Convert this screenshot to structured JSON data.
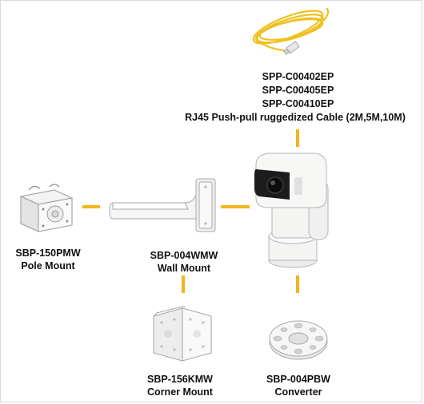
{
  "cable": {
    "models": [
      "SPP-C00402EP",
      "SPP-C00405EP",
      "SPP-C00410EP"
    ],
    "description": "RJ45 Push-pull ruggedized Cable (2M,5M,10M)"
  },
  "pole_mount": {
    "model": "SBP-150PMW",
    "name": "Pole Mount"
  },
  "wall_mount": {
    "model": "SBP-004WMW",
    "name": "Wall Mount"
  },
  "corner_mount": {
    "model": "SBP-156KMW",
    "name": "Corner Mount"
  },
  "converter": {
    "model": "SBP-004PBW",
    "name": "Converter"
  },
  "colors": {
    "connector": "#f2b51c",
    "cable": "#f0c020",
    "device": "#f4f4f2",
    "lens": "#1c1c1c"
  }
}
